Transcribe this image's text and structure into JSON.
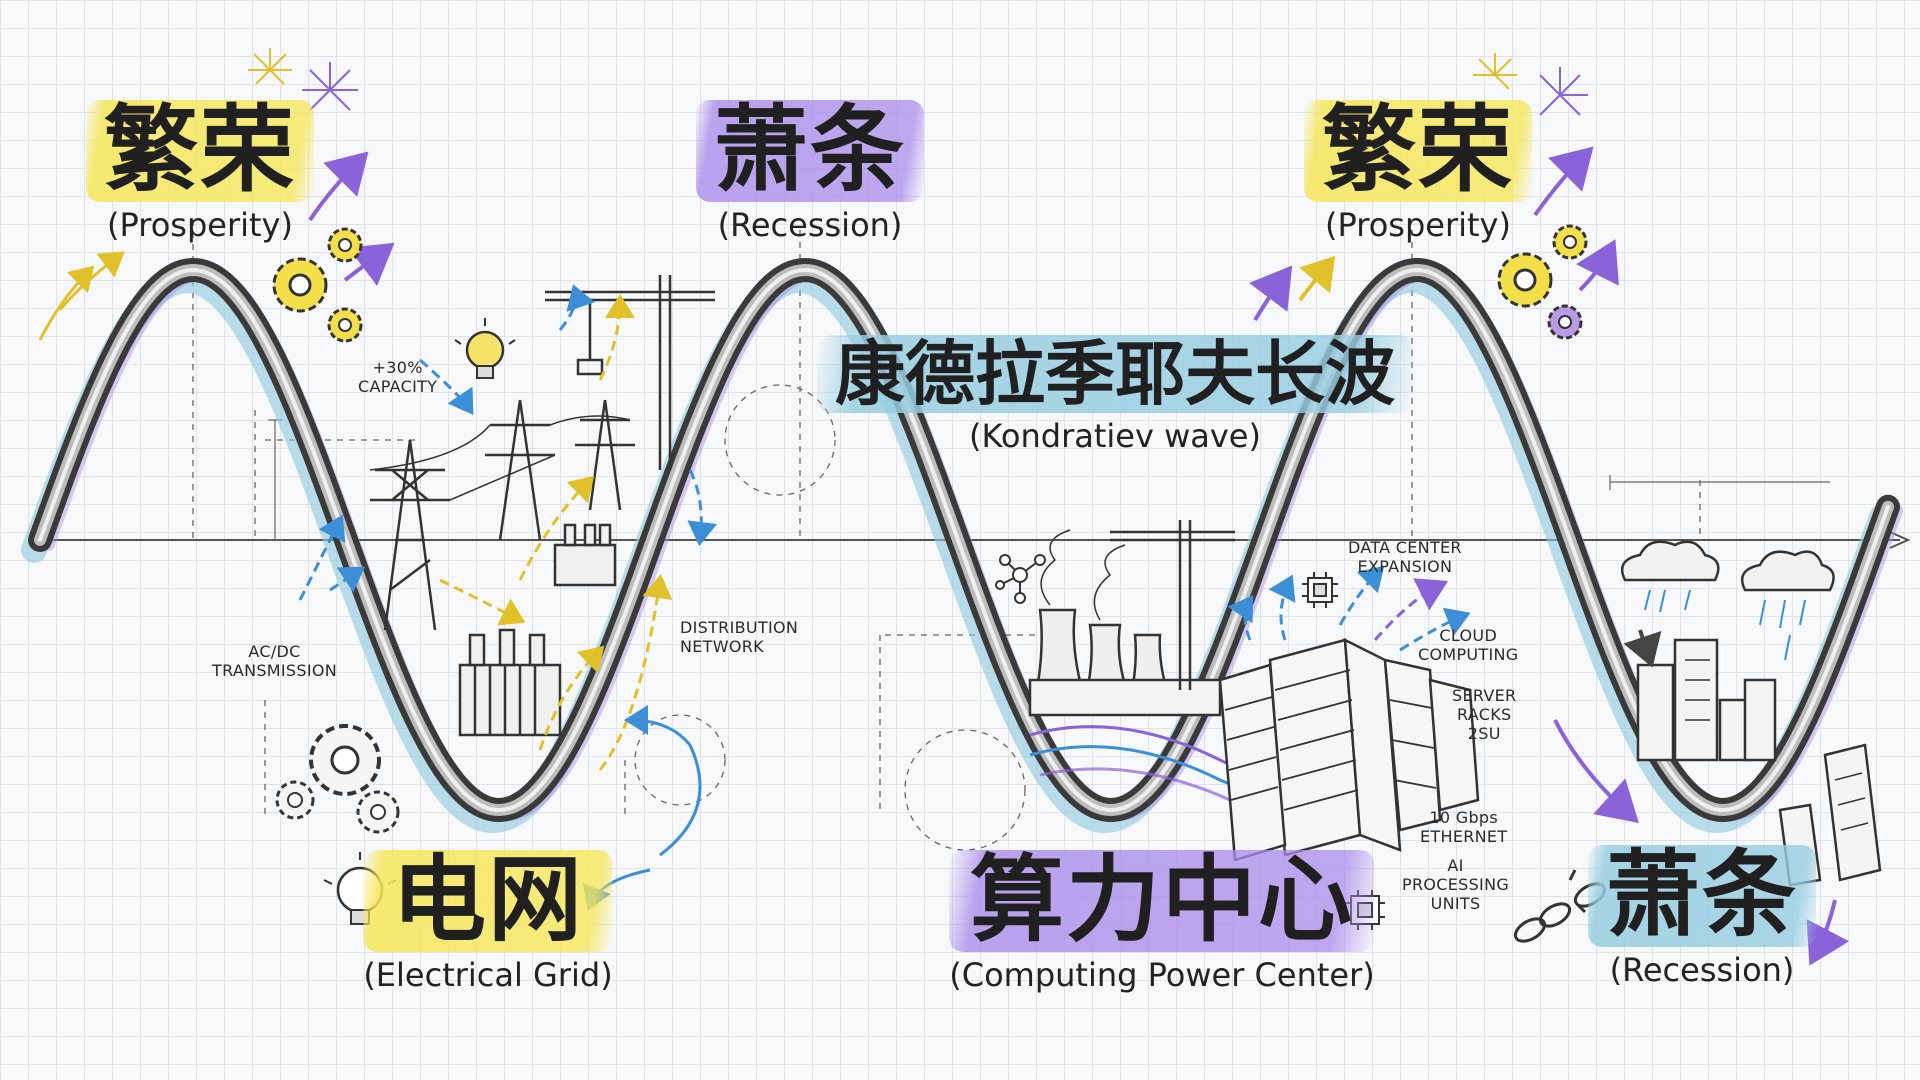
{
  "labels": {
    "prosperity_1": {
      "cn": "繁荣",
      "en": "(Prosperity)"
    },
    "recession_1": {
      "cn": "萧条",
      "en": "(Recession)"
    },
    "prosperity_2": {
      "cn": "繁荣",
      "en": "(Prosperity)"
    },
    "kondratiev": {
      "cn": "康德拉季耶夫长波",
      "en": "(Kondratiev wave)"
    },
    "grid": {
      "cn": "电网",
      "en": "(Electrical Grid)"
    },
    "computing": {
      "cn": "算力中心",
      "en": "(Computing Power Center)"
    },
    "recession_2": {
      "cn": "萧条",
      "en": "(Recession)"
    }
  },
  "notes": {
    "capacity": [
      "+30%",
      "CAPACITY"
    ],
    "acdc": [
      "AC/DC",
      "TRANSMISSION"
    ],
    "distribution": [
      "DISTRIBUTION",
      "NETWORK"
    ],
    "data_center": [
      "DATA CENTER",
      "EXPANSION"
    ],
    "cloud": [
      "CLOUD",
      "COMPUTING"
    ],
    "server": [
      "SERVER",
      "RACKS",
      "2SU"
    ],
    "ethernet": [
      "10 Gbps",
      "ETHERNET"
    ],
    "ai": [
      "AI",
      "PROCESSING",
      "UNITS"
    ]
  },
  "colors": {
    "wave": "#3a3a3a",
    "wave_inner": "#9a9a9a",
    "blue_accent": "#8ec8de",
    "purple_accent": "#a88ee6",
    "yellow_accent": "#f2df4a",
    "arrow_blue": "#3c8fd6",
    "arrow_yellow": "#e0c12a",
    "arrow_purple": "#8a63d8"
  },
  "icons": [
    "gear-icon",
    "lightbulb-icon",
    "firework-icon",
    "transmission-tower-icon",
    "transformer-icon",
    "crane-icon",
    "cooling-tower-icon",
    "server-rack-icon",
    "chip-icon",
    "cloud-rain-icon",
    "building-icon",
    "broken-chain-icon"
  ]
}
